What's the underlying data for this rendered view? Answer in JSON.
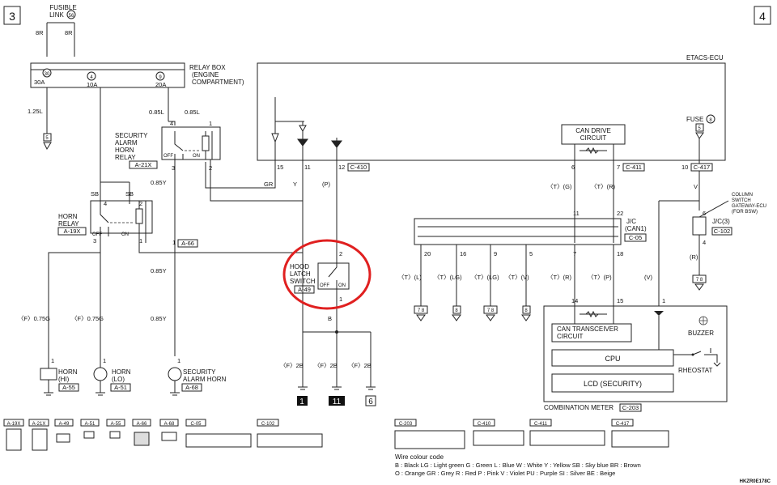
{
  "pages": {
    "left": "3",
    "right": "4"
  },
  "fusible_link": {
    "label_line1": "FUSIBLE",
    "label_line2": "LINK",
    "num": "56",
    "wire_a": "8R",
    "wire_b": "8R"
  },
  "relay_box": {
    "line1": "RELAY BOX",
    "line2": "(ENGINE",
    "line3": "COMPARTMENT)",
    "fuse_30": "30",
    "fuse_4": "4",
    "fuse_9": "9",
    "amp_30": "30A",
    "amp_10": "10A",
    "amp_20": "20A"
  },
  "wires": {
    "w125l": "1.25L",
    "w085l_a": "0.85L",
    "w085l_b": "0.85L",
    "w085y_a": "0.85Y",
    "w085y_b": "0.85Y",
    "sb_a": "SB",
    "sb_b": "SB",
    "gr": "GR",
    "y": "Y",
    "p": "(P)",
    "b": "B",
    "v": "V",
    "r": "(R)",
    "v2": "(V)"
  },
  "ground_5": "5",
  "security_relay": {
    "line1": "SECURITY",
    "line2": "ALARM",
    "line3": "HORN",
    "line4": "RELAY",
    "conn": "A-21X",
    "pin4": "4",
    "pin1": "1",
    "pin3": "3",
    "pin2": "2",
    "off": "OFF",
    "on": "ON"
  },
  "horn_relay": {
    "line1": "HORN",
    "line2": "RELAY",
    "conn": "A-19X",
    "pin4": "4",
    "pin2": "2",
    "pin3": "3",
    "pin1": "1",
    "off": "OFF",
    "on": "ON"
  },
  "a66": {
    "pin": "1",
    "conn": "A-66"
  },
  "etacs": {
    "label": "ETACS-ECU",
    "pin15": "15",
    "pin11": "11",
    "pin12": "12",
    "conn": "C-410"
  },
  "hood_switch": {
    "line1": "HOOD",
    "line2": "LATCH",
    "line3": "SWITCH",
    "conn": "A-49",
    "pin2": "2",
    "pin1": "1",
    "off": "OFF",
    "on": "ON"
  },
  "horns": [
    {
      "wire": "〈F〉0.75G",
      "pin": "1",
      "line1": "HORN",
      "line2": "(HI)",
      "conn": "A-55"
    },
    {
      "wire": "〈F〉0.75G",
      "pin": "1",
      "line1": "HORN",
      "line2": "(LO)",
      "conn": "A-51"
    },
    {
      "wire": "0.85Y",
      "pin": "1",
      "line1": "SECURITY",
      "line2": "ALARM HORN",
      "conn": "A-68"
    }
  ],
  "grounds": [
    {
      "wire": "〈F〉2B",
      "id": "1"
    },
    {
      "wire": "〈F〉2B",
      "id": "11"
    },
    {
      "wire": "〈F〉2B",
      "id": "6"
    }
  ],
  "can_drive": {
    "line1": "CAN DRIVE",
    "line2": "CIRCUIT",
    "pin6": "6",
    "pin7": "7",
    "conn": "C-411",
    "t_g": "〈T〉(G)",
    "t_r": "〈T〉(R)"
  },
  "jc_can1": {
    "line1": "J/C",
    "line2": "(CAN1)",
    "conn": "C-05",
    "pins_top": [
      "11",
      "22"
    ],
    "pins_bottom": [
      "20",
      "16",
      "9",
      "5",
      "7",
      "18"
    ],
    "wires": [
      "〈T〉(L)",
      "〈T〉(LG)",
      "〈T〉(LG)",
      "〈T〉(V)",
      "〈T〉(R)",
      "〈T〉(P)"
    ],
    "g_78": "7 8",
    "g_8": "8"
  },
  "fuse_right": {
    "label": "FUSE",
    "num": "8",
    "pin5": "5",
    "pin10": "10",
    "conn": "C-417"
  },
  "jc3": {
    "line1": "J/C(3)",
    "conn": "C-102",
    "pin6": "6",
    "pin4": "4",
    "ground": "7 8"
  },
  "column_switch": {
    "line1": "COLUMN",
    "line2": "SWITCH",
    "line3": "GATEWAY-ECU",
    "line4": "(FOR BSW)"
  },
  "meter": {
    "pin14": "14",
    "pin15": "15",
    "pin1": "1",
    "can_tx_line1": "CAN TRANSCEIVER",
    "can_tx_line2": "CIRCUIT",
    "cpu": "CPU",
    "lcd": "LCD (SECURITY)",
    "buzzer": "BUZZER",
    "rheostat": "RHEOSTAT",
    "label": "COMBINATION METER",
    "conn": "C-203"
  },
  "connectors_row": [
    "A-19X",
    "A-21X",
    "A-49",
    "A-51",
    "A-55",
    "A-66",
    "A-68",
    "C-05",
    "C-102"
  ],
  "connectors_row2": [
    "C-203",
    "C-410",
    "C-411",
    "C-417"
  ],
  "colour_code": {
    "title": "Wire colour code",
    "line1": "B : Black   LG : Light green   G : Green   L : Blue   W : White   Y : Yellow   SB : Sky blue   BR : Brown",
    "line2": "O : Orange   GR : Grey   R : Red   P : Pink   V : Violet   PU : Purple   SI : Silver   BE : Beige"
  },
  "ref_code": "HKZR0E178C",
  "highlight_color": "#e02020"
}
